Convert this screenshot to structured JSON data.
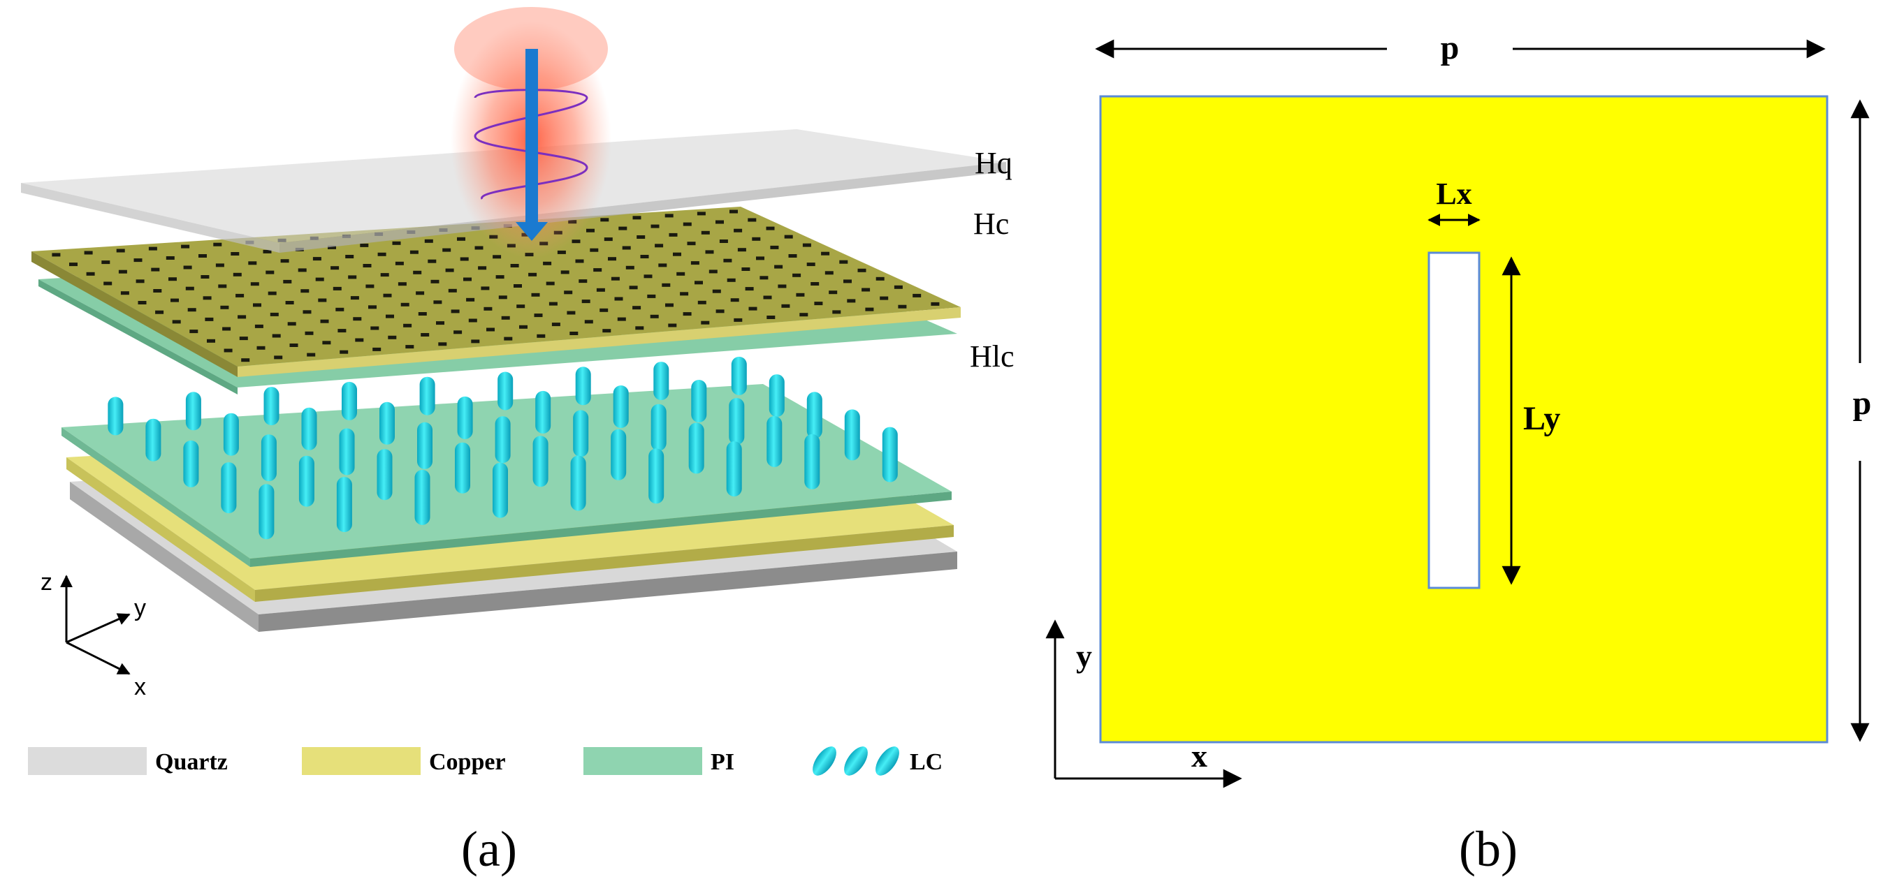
{
  "panel_a": {
    "caption": "(a)",
    "layer_labels": {
      "hq": "Hq",
      "hc": "Hc",
      "hlc": "Hlc"
    },
    "axes": {
      "z": "z",
      "y": "y",
      "x": "x"
    },
    "legend": [
      {
        "label": "Quartz",
        "color": "#dcdcdc"
      },
      {
        "label": "Copper",
        "color": "#e6e07a"
      },
      {
        "label": "PI",
        "color": "#8fd4b0"
      },
      {
        "label": "LC",
        "color": "#1fd2e0"
      }
    ]
  },
  "panel_b": {
    "caption": "(b)",
    "labels": {
      "p_top": "p",
      "p_right": "p",
      "lx": "Lx",
      "ly": "Ly",
      "axis_x": "x",
      "axis_y": "y"
    },
    "colors": {
      "copper": "#ffff00",
      "slot": "#ffffff",
      "border": "#5b8bd6"
    }
  }
}
